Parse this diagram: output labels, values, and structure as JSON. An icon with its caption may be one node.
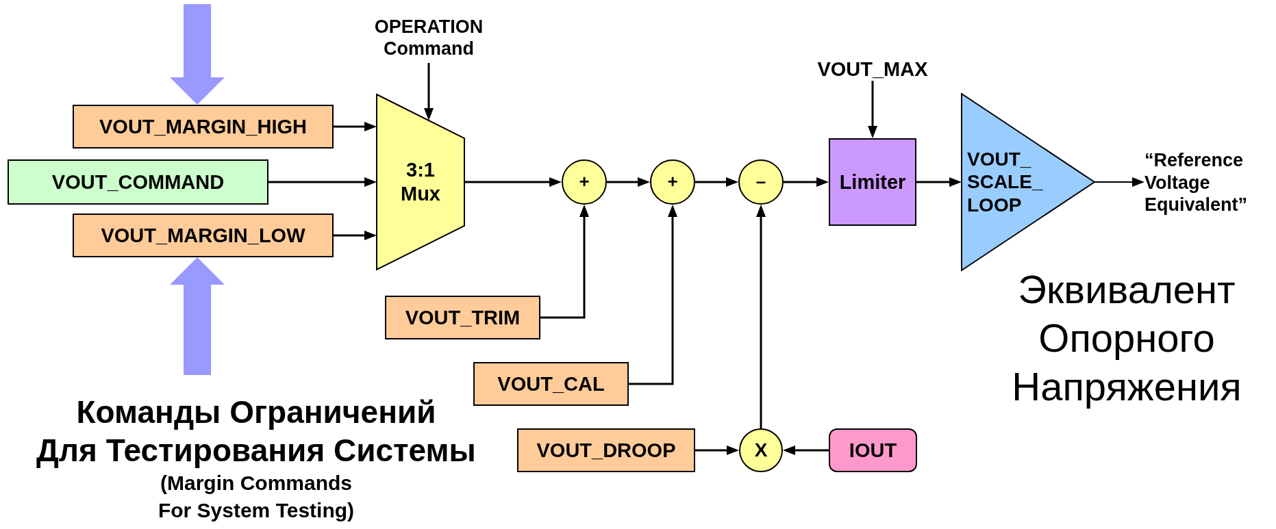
{
  "diagram": {
    "nodes": [
      {
        "text": [
          "OPERATION Command"
        ]
      },
      {
        "text": [
          "VOUT_MARGIN_HIGH"
        ]
      },
      {
        "text": [
          "VOUT_COMMAND"
        ]
      },
      {
        "text": [
          "VOUT_MARGIN_LOW"
        ]
      },
      {
        "text": [
          "3:1 Mux"
        ]
      },
      {
        "text": [
          "+"
        ]
      },
      {
        "text": [
          "+"
        ]
      },
      {
        "text": [
          "–"
        ]
      },
      {
        "text": [
          "VOUT_MAX"
        ]
      },
      {
        "text": [
          "Limiter"
        ]
      },
      {
        "text": [
          "VOUT_ SCALE_ LOOP"
        ]
      },
      {
        "text": [
          "“Reference Voltage Equivalent”"
        ]
      },
      {
        "text": [
          "VOUT_TRIM"
        ]
      },
      {
        "text": [
          "VOUT_CAL"
        ]
      },
      {
        "text": [
          "VOUT_DROOP"
        ]
      },
      {
        "text": [
          "X"
        ]
      },
      {
        "text": [
          "IOUT"
        ]
      },
      {
        "text": [
          "Команды Ограничений Для Тестирования Системы",
          "(Margin Commands For System Testing)"
        ]
      }
    ],
    "edges": [
      {
        "from": 0,
        "to": 4,
        "arrow": "to"
      },
      {
        "from": 1,
        "to": 4,
        "arrow": "to"
      },
      {
        "from": 2,
        "to": 4,
        "arrow": "to"
      },
      {
        "from": 3,
        "to": 4,
        "arrow": "to"
      },
      {
        "from": 4,
        "to": 5,
        "arrow": "to"
      },
      {
        "from": 5,
        "to": 6,
        "arrow": "to"
      },
      {
        "from": 6,
        "to": 7,
        "arrow": "to"
      },
      {
        "from": 7,
        "to": 9,
        "arrow": "to"
      },
      {
        "from": 8,
        "to": 9,
        "arrow": "to"
      },
      {
        "from": 9,
        "to": 10,
        "arrow": "to"
      },
      {
        "from": 10,
        "to": 11,
        "arrow": "to"
      },
      {
        "from": 12,
        "to": 5,
        "arrow": "to"
      },
      {
        "from": 13,
        "to": 6,
        "arrow": "to"
      },
      {
        "from": 15,
        "to": 7,
        "arrow": "to"
      },
      {
        "from": 14,
        "to": 15,
        "arrow": "to"
      },
      {
        "from": 16,
        "to": 15,
        "arrow": "to"
      },
      {
        "from": null,
        "to": 1,
        "arrow": "to",
        "style": "thick",
        "color": "#9999ff"
      },
      {
        "from": 17,
        "to": 3,
        "arrow": "to",
        "style": "thick",
        "color": "#9999ff"
      }
    ],
    "labels": [
      "Эквивалент Опорного Напряжения"
    ]
  }
}
